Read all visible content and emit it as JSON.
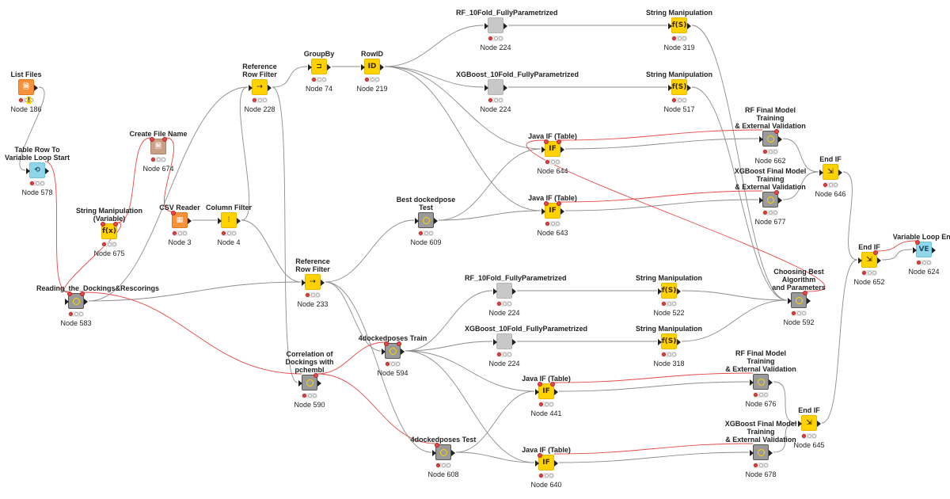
{
  "workflow": {
    "nodes": [
      {
        "id": "n186",
        "title": "List Files",
        "label": "Node 186",
        "color": "orange",
        "icon": "file-list-icon",
        "glyph": "🗎",
        "status": "warning",
        "warn": "!",
        "inp": false,
        "out": true
      },
      {
        "id": "n578",
        "title": "Table Row To\nVariable Loop Start",
        "label": "Node 578",
        "color": "blue",
        "icon": "loop-start-icon",
        "glyph": "⟲",
        "status": "idle",
        "inp": true,
        "out": true
      },
      {
        "id": "n674",
        "title": "Create File Name",
        "label": "Node 674",
        "color": "tan",
        "icon": "file-name-icon",
        "glyph": "🖹",
        "status": "idle",
        "inp": false,
        "out": false,
        "flowTL": true,
        "flowTR": true
      },
      {
        "id": "n675",
        "title": "String Manipulation\n(Variable)",
        "label": "Node 675",
        "color": "yellow",
        "icon": "string-variable-icon",
        "glyph": "f(x)",
        "status": "idle",
        "inp": false,
        "out": false,
        "flowTL": true,
        "flowTR": true
      },
      {
        "id": "n3",
        "title": "CSV Reader",
        "label": "Node 3",
        "color": "orange",
        "icon": "csv-reader-icon",
        "glyph": "▦",
        "status": "idle",
        "inp": false,
        "out": true,
        "flowTL": true
      },
      {
        "id": "n4",
        "title": "Column Filter",
        "label": "Node 4",
        "color": "yellow",
        "icon": "column-filter-icon",
        "glyph": "⫶",
        "status": "idle",
        "inp": true,
        "out": true
      },
      {
        "id": "n228",
        "title": "Reference\nRow Filter",
        "label": "Node 228",
        "color": "yellow",
        "icon": "row-filter-icon",
        "glyph": "⇢",
        "status": "idle",
        "inp": true,
        "out": true
      },
      {
        "id": "n74",
        "title": "GroupBy",
        "label": "Node 74",
        "color": "yellow",
        "icon": "groupby-icon",
        "glyph": "⊐",
        "status": "idle",
        "inp": true,
        "out": true
      },
      {
        "id": "n219",
        "title": "RowID",
        "label": "Node 219",
        "color": "yellow",
        "icon": "rowid-icon",
        "glyph": "ID",
        "status": "idle",
        "inp": true,
        "out": true
      },
      {
        "id": "n224a",
        "title": "RF_10Fold_FullyParametrized",
        "label": "Node 224",
        "color": "gray",
        "icon": "metanode-rf-icon",
        "glyph": "",
        "status": "idle",
        "inp": true,
        "out": true
      },
      {
        "id": "n224b",
        "title": "XGBoost_10Fold_FullyParametrized",
        "label": "Node 224",
        "color": "gray",
        "icon": "metanode-xgb-icon",
        "glyph": "",
        "status": "idle",
        "inp": true,
        "out": true
      },
      {
        "id": "n319",
        "title": "String Manipulation",
        "label": "Node 319",
        "color": "yellow",
        "icon": "string-manipulation-icon",
        "glyph": "f(S)",
        "status": "idle",
        "inp": true,
        "out": true
      },
      {
        "id": "n517",
        "title": "String Manipulation",
        "label": "Node 517",
        "color": "yellow",
        "icon": "string-manipulation-icon",
        "glyph": "f(S)",
        "status": "idle",
        "inp": true,
        "out": true
      },
      {
        "id": "n644",
        "title": "Java IF (Table)",
        "label": "Node 644",
        "color": "yellow",
        "icon": "java-if-icon",
        "glyph": "IF",
        "status": "idle",
        "inp": true,
        "out": true,
        "flowTL": true,
        "flowTR": true
      },
      {
        "id": "n643",
        "title": "Java IF (Table)",
        "label": "Node 643",
        "color": "yellow",
        "icon": "java-if-icon",
        "glyph": "IF",
        "status": "idle",
        "inp": true,
        "out": true,
        "flowTL": true,
        "flowTR": true
      },
      {
        "id": "n662",
        "title": "RF Final Model Training\n& External Validation",
        "label": "Node 662",
        "color": "meta",
        "icon": "component-rf-final-icon",
        "glyph": "",
        "status": "idle",
        "inp": true,
        "out": true,
        "flowTR": true
      },
      {
        "id": "n677",
        "title": "XGBoost Final Model Training\n& External Validation",
        "label": "Node 677",
        "color": "meta",
        "icon": "component-xgb-final-icon",
        "glyph": "",
        "status": "idle",
        "inp": true,
        "out": true,
        "flowTR": true
      },
      {
        "id": "n646",
        "title": "End IF",
        "label": "Node 646",
        "color": "yellow",
        "icon": "end-if-icon",
        "glyph": "⇲",
        "status": "idle",
        "inp": true,
        "out": true
      },
      {
        "id": "n609",
        "title": "Best dockedpose\nTest",
        "label": "Node 609",
        "color": "meta",
        "icon": "component-best-pose-icon",
        "glyph": "",
        "status": "idle",
        "inp": true,
        "out": true
      },
      {
        "id": "n583",
        "title": "Reading_the_Dockings&Rescorings",
        "label": "Node 583",
        "color": "meta",
        "icon": "component-reading-icon",
        "glyph": "",
        "status": "idle",
        "inp": true,
        "out": true,
        "flowTL": true,
        "flowTR": true
      },
      {
        "id": "n233",
        "title": "Reference\nRow Filter",
        "label": "Node 233",
        "color": "yellow",
        "icon": "row-filter-icon",
        "glyph": "⇢",
        "status": "idle",
        "inp": true,
        "out": true
      },
      {
        "id": "n224c",
        "title": "RF_10Fold_FullyParametrized",
        "label": "Node 224",
        "color": "gray",
        "icon": "metanode-rf-icon",
        "glyph": "",
        "status": "idle",
        "inp": true,
        "out": true
      },
      {
        "id": "n224d",
        "title": "XGBoost_10Fold_FullyParametrized",
        "label": "Node 224",
        "color": "gray",
        "icon": "metanode-xgb-icon",
        "glyph": "",
        "status": "idle",
        "inp": true,
        "out": true
      },
      {
        "id": "n522",
        "title": "String Manipulation",
        "label": "Node 522",
        "color": "yellow",
        "icon": "string-manipulation-icon",
        "glyph": "f(S)",
        "status": "idle",
        "inp": true,
        "out": true
      },
      {
        "id": "n318",
        "title": "String Manipulation",
        "label": "Node 318",
        "color": "yellow",
        "icon": "string-manipulation-icon",
        "glyph": "f(S)",
        "status": "idle",
        "inp": true,
        "out": true
      },
      {
        "id": "n592",
        "title": "Choosing Best Algorithm\nand Parameters",
        "label": "Node 592",
        "color": "meta",
        "icon": "component-choose-best-icon",
        "glyph": "",
        "status": "idle",
        "inp": true,
        "out": true,
        "flowTR": true
      },
      {
        "id": "n594",
        "title": "4dockedposes Train",
        "label": "Node 594",
        "color": "meta",
        "icon": "component-train-icon",
        "glyph": "",
        "status": "idle",
        "inp": true,
        "out": true,
        "flowTL": true,
        "flowTR": true
      },
      {
        "id": "n590",
        "title": "Correlation of\nDockings with pchembl",
        "label": "Node 590",
        "color": "meta",
        "icon": "component-correlation-icon",
        "glyph": "",
        "status": "idle",
        "inp": true,
        "out": true,
        "flowTR": true
      },
      {
        "id": "n441",
        "title": "Java IF (Table)",
        "label": "Node 441",
        "color": "yellow",
        "icon": "java-if-icon",
        "glyph": "IF",
        "status": "idle",
        "inp": true,
        "out": true,
        "flowTL": true,
        "flowTR": true
      },
      {
        "id": "n676",
        "title": "RF Final Model Training\n& External Validation",
        "label": "Node 676",
        "color": "meta",
        "icon": "component-rf-final-icon",
        "glyph": "",
        "status": "idle",
        "inp": true,
        "out": true
      },
      {
        "id": "n645",
        "title": "End IF",
        "label": "Node 645",
        "color": "yellow",
        "icon": "end-if-icon",
        "glyph": "⇲",
        "status": "idle",
        "inp": true,
        "out": true
      },
      {
        "id": "n608",
        "title": "4dockedposes Test",
        "label": "Node 608",
        "color": "meta",
        "icon": "component-test-icon",
        "glyph": "",
        "status": "idle",
        "inp": true,
        "out": true,
        "flowTL": true
      },
      {
        "id": "n640",
        "title": "Java IF (Table)",
        "label": "Node 640",
        "color": "yellow",
        "icon": "java-if-icon",
        "glyph": "IF",
        "status": "idle",
        "inp": true,
        "out": true,
        "flowTL": true
      },
      {
        "id": "n678",
        "title": "XGBoost Final Model Training\n& External Validation",
        "label": "Node 678",
        "color": "meta",
        "icon": "component-xgb-final-icon",
        "glyph": "",
        "status": "idle",
        "inp": true,
        "out": true
      },
      {
        "id": "n652",
        "title": "End IF",
        "label": "Node 652",
        "color": "yellow",
        "icon": "end-if-icon",
        "glyph": "⇲",
        "status": "idle",
        "inp": true,
        "out": true,
        "flowTR": true
      },
      {
        "id": "n624",
        "title": "Variable Loop End",
        "label": "Node 624",
        "color": "blue",
        "icon": "loop-end-icon",
        "glyph": "VE",
        "status": "idle",
        "inp": true,
        "out": true,
        "flowTL": true
      }
    ],
    "data_edges": [
      [
        "n186",
        "n578"
      ],
      [
        "n3",
        "n4"
      ],
      [
        "n4",
        "n228"
      ],
      [
        "n4",
        "n233"
      ],
      [
        "n228",
        "n74"
      ],
      [
        "n74",
        "n219"
      ],
      [
        "n219",
        "n224a"
      ],
      [
        "n219",
        "n224b"
      ],
      [
        "n219",
        "n644"
      ],
      [
        "n219",
        "n643"
      ],
      [
        "n224a",
        "n319"
      ],
      [
        "n224b",
        "n517"
      ],
      [
        "n319",
        "n592"
      ],
      [
        "n517",
        "n592"
      ],
      [
        "n644",
        "n662"
      ],
      [
        "n643",
        "n677"
      ],
      [
        "n662",
        "n646"
      ],
      [
        "n677",
        "n646"
      ],
      [
        "n646",
        "n652"
      ],
      [
        "n609",
        "n643"
      ],
      [
        "n609",
        "n644"
      ],
      [
        "n583",
        "n228"
      ],
      [
        "n583",
        "n233"
      ],
      [
        "n233",
        "n609"
      ],
      [
        "n233",
        "n594"
      ],
      [
        "n233",
        "n608"
      ],
      [
        "n594",
        "n224c"
      ],
      [
        "n594",
        "n224d"
      ],
      [
        "n594",
        "n441"
      ],
      [
        "n594",
        "n640"
      ],
      [
        "n224c",
        "n522"
      ],
      [
        "n224d",
        "n318"
      ],
      [
        "n522",
        "n592"
      ],
      [
        "n318",
        "n592"
      ],
      [
        "n441",
        "n676"
      ],
      [
        "n640",
        "n678"
      ],
      [
        "n676",
        "n645"
      ],
      [
        "n678",
        "n645"
      ],
      [
        "n645",
        "n652"
      ],
      [
        "n608",
        "n441"
      ],
      [
        "n608",
        "n640"
      ],
      [
        "n652",
        "n624"
      ],
      [
        "n228",
        "n590"
      ]
    ],
    "flow_edges": [
      [
        "n578",
        "n583"
      ],
      [
        "n675",
        "n583"
      ],
      [
        "n675",
        "n674"
      ],
      [
        "n674",
        "n3"
      ],
      [
        "n583",
        "n590"
      ],
      [
        "n590",
        "n594"
      ],
      [
        "n590",
        "n608"
      ],
      [
        "n644",
        "n662"
      ],
      [
        "n643",
        "n677"
      ],
      [
        "n441",
        "n676"
      ],
      [
        "n640",
        "n678"
      ],
      [
        "n592",
        "n644"
      ],
      [
        "n652",
        "n624"
      ]
    ]
  }
}
